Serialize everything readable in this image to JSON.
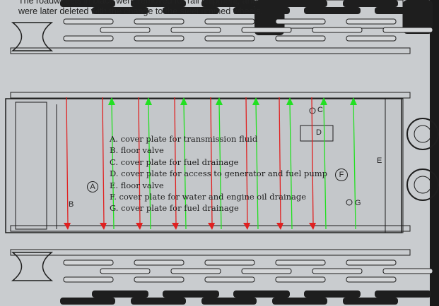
{
  "caption": {
    "line1": "The roadwheels in black were removed for rail shipment, and",
    "line2": "were later deleted with the change to the steel rimmed wheels."
  },
  "legend": [
    "A.  cover plate for transmission fluid",
    "B.  floor valve",
    "C.  cover plate for fuel drainage",
    "D.  cover plate for access to generator and fuel pump",
    "E.  floor valve",
    "F.  cover plate for water and engine oil drainage",
    "G.  cover plate for fuel drainage"
  ],
  "markers": {
    "A": "A",
    "B": "B",
    "C": "C",
    "D": "D",
    "E": "E",
    "F": "F",
    "G": "G"
  },
  "colors": {
    "red_arrow": "#e02020",
    "green_arrow": "#22e022",
    "paper": "#c9cccf",
    "ink": "#1e1e1e"
  }
}
